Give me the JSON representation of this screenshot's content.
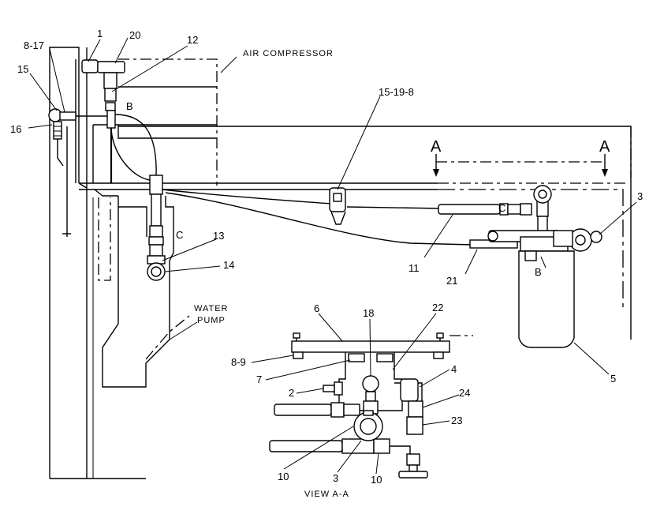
{
  "labels": {
    "l_1": "1",
    "l_20": "20",
    "l_12": "12",
    "l_8_17": "8-17",
    "l_15": "15",
    "l_16": "16",
    "l_B_top": "B",
    "l_15_19_8": "15-19-8",
    "l_A_left": "A",
    "l_A_right": "A",
    "l_3_top": "3",
    "l_C_right": "C",
    "l_C_left": "C",
    "l_13": "13",
    "l_14": "14",
    "l_11": "11",
    "l_21": "21",
    "l_B_right": "B",
    "l_6": "6",
    "l_18": "18",
    "l_22": "22",
    "l_8_9": "8-9",
    "l_7": "7",
    "l_2": "2",
    "l_4": "4",
    "l_24": "24",
    "l_23": "23",
    "l_5": "5",
    "l_10_left": "10",
    "l_3_bottom": "3",
    "l_10_right": "10"
  },
  "text": {
    "air_compressor": "AIR COMPRESSOR",
    "water": "WATER",
    "pump": "PUMP",
    "view_aa": "VIEW A-A"
  }
}
